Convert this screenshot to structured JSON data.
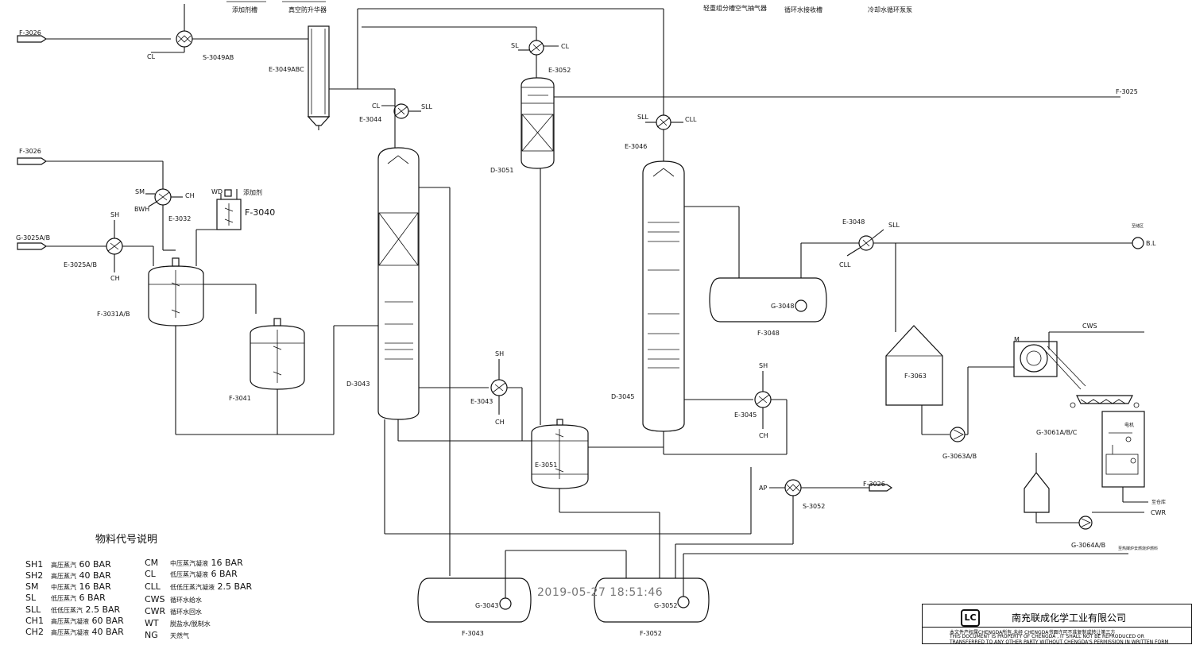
{
  "header_labels": [
    "添加剂槽",
    "真空防升华器",
    "轻重组分槽空气抽气器",
    "循环水接收槽",
    "冷却水循环泵泵"
  ],
  "equipment": {
    "e3049abc": "E-3049ABC",
    "s3049ab": "S-3049AB",
    "e3044": "E-3044",
    "d3043": "D-3043",
    "e3043": "E-3043",
    "e3052": "E-3052",
    "d3051": "D-3051",
    "e3051": "E-3051",
    "e3046": "E-3046",
    "d3045": "D-3045",
    "e3045": "E-3045",
    "e3048": "E-3048",
    "f3048": "F-3048",
    "g3048": "G-3048",
    "e3032": "E-3032",
    "f3040": "F-3040",
    "e3025ab": "E-3025A/B",
    "f3031ab": "F-3031A/B",
    "f3041": "F-3041",
    "f3063": "F-3063",
    "g3063ab": "G-3063A/B",
    "g3061abc": "G-3061A/B/C",
    "g3064ab": "G-3064A/B",
    "s3052": "S-3052",
    "f3043": "F-3043",
    "g3043": "G-3043",
    "f3052": "F-3052",
    "g3052": "G-3052"
  },
  "streams": {
    "f3026_top": "F-3026",
    "f3026_mid": "F-3026",
    "g3025ab": "G-3025A/B",
    "cl": "CL",
    "sll": "SLL",
    "cll": "CLL",
    "sl": "SL",
    "sh": "SH",
    "ch": "CH",
    "sm": "SM",
    "bwh": "BWH",
    "wd": "WD",
    "additive": "添加剂",
    "f3025_out": "F-3025",
    "bl": "B.L",
    "bl_tag": "至储区",
    "cws": "CWS",
    "cwr": "CWR",
    "ap": "AP",
    "f3026_out": "F-3026",
    "m": "M",
    "motor": "电机",
    "to_storage": "至仓库",
    "to_furnace": "至热媒炉去燃烧炉燃料"
  },
  "legend": {
    "title": "物料代号说明",
    "rows_left": [
      {
        "code": "SH1",
        "desc": "高压蒸汽",
        "value": "60 BAR"
      },
      {
        "code": "SH2",
        "desc": "高压蒸汽",
        "value": "40 BAR"
      },
      {
        "code": "SM",
        "desc": "中压蒸汽",
        "value": "16 BAR"
      },
      {
        "code": "SL",
        "desc": "低压蒸汽",
        "value": "6 BAR"
      },
      {
        "code": "SLL",
        "desc": "低低压蒸汽",
        "value": "2.5 BAR"
      },
      {
        "code": "CH1",
        "desc": "高压蒸汽凝液",
        "value": "60 BAR"
      },
      {
        "code": "CH2",
        "desc": "高压蒸汽凝液",
        "value": "40 BAR"
      }
    ],
    "rows_right": [
      {
        "code": "CM",
        "desc": "中压蒸汽凝液",
        "value": "16 BAR"
      },
      {
        "code": "CL",
        "desc": "低压蒸汽凝液",
        "value": "6 BAR"
      },
      {
        "code": "CLL",
        "desc": "低低压蒸汽凝液",
        "value": "2.5 BAR"
      },
      {
        "code": "CWS",
        "desc": "循环水给水",
        "value": ""
      },
      {
        "code": "CWR",
        "desc": "循环水回水",
        "value": ""
      },
      {
        "code": "WT",
        "desc": "脱盐水/脱制水",
        "value": ""
      },
      {
        "code": "NG",
        "desc": "天然气",
        "value": ""
      }
    ]
  },
  "timestamp": "2019-05-27 18:51:46",
  "title_block": {
    "company": "南充联成化学工业有限公司",
    "logo": "LC",
    "note_cn": "本文件产权属CHENGDA所有,未经 CHENGDA书面许可不准复制或转让第三方",
    "note_en1": "THIS DOCUMENT IS PROPERTY OF CHENGDA , IT SHALL NOT BE REPRODUCED OR",
    "note_en2": "TRANSFERRED TO ANY OTHER PARTY WITHOUT CHENGDA'S PERMISSION IN WRITTEN FORM"
  }
}
